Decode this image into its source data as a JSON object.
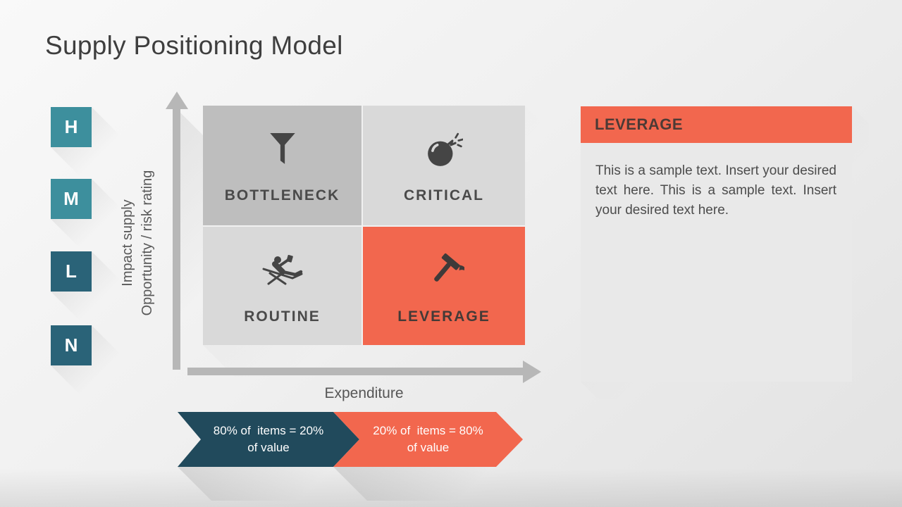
{
  "slide": {
    "title": "Supply Positioning Model"
  },
  "rating_scale": {
    "items": [
      {
        "label": "H",
        "tone": "light"
      },
      {
        "label": "M",
        "tone": "light"
      },
      {
        "label": "L",
        "tone": "dark"
      },
      {
        "label": "N",
        "tone": "dark"
      }
    ]
  },
  "y_axis": {
    "line1": "Impact supply",
    "line2": "Opportunity / risk rating"
  },
  "x_axis": {
    "label": "Expenditure"
  },
  "matrix": {
    "quadrants": [
      {
        "id": "bottleneck",
        "label": "BOTTLENECK",
        "icon": "funnel-icon"
      },
      {
        "id": "critical",
        "label": "CRITICAL",
        "icon": "bomb-icon"
      },
      {
        "id": "routine",
        "label": "ROUTINE",
        "icon": "recliner-icon"
      },
      {
        "id": "leverage",
        "label": "LEVERAGE",
        "icon": "hammer-icon"
      }
    ]
  },
  "pareto_banners": [
    {
      "line1": "80% of  items = 20%",
      "line2": "of value"
    },
    {
      "line1": "20% of  items = 80%",
      "line2": "of value"
    }
  ],
  "detail_panel": {
    "title": "LEVERAGE",
    "body": "This is a sample text. Insert your desired text here. This is a sample text. Insert your desired text here."
  },
  "colors": {
    "teal_light": "#3d8f9d",
    "teal_dark": "#2a6378",
    "navy": "#214a5c",
    "orange": "#f2674e",
    "gray_cell": "#d9d9d9",
    "gray_cell_dark": "#bebebe",
    "arrow_gray": "#b7b7b7"
  }
}
